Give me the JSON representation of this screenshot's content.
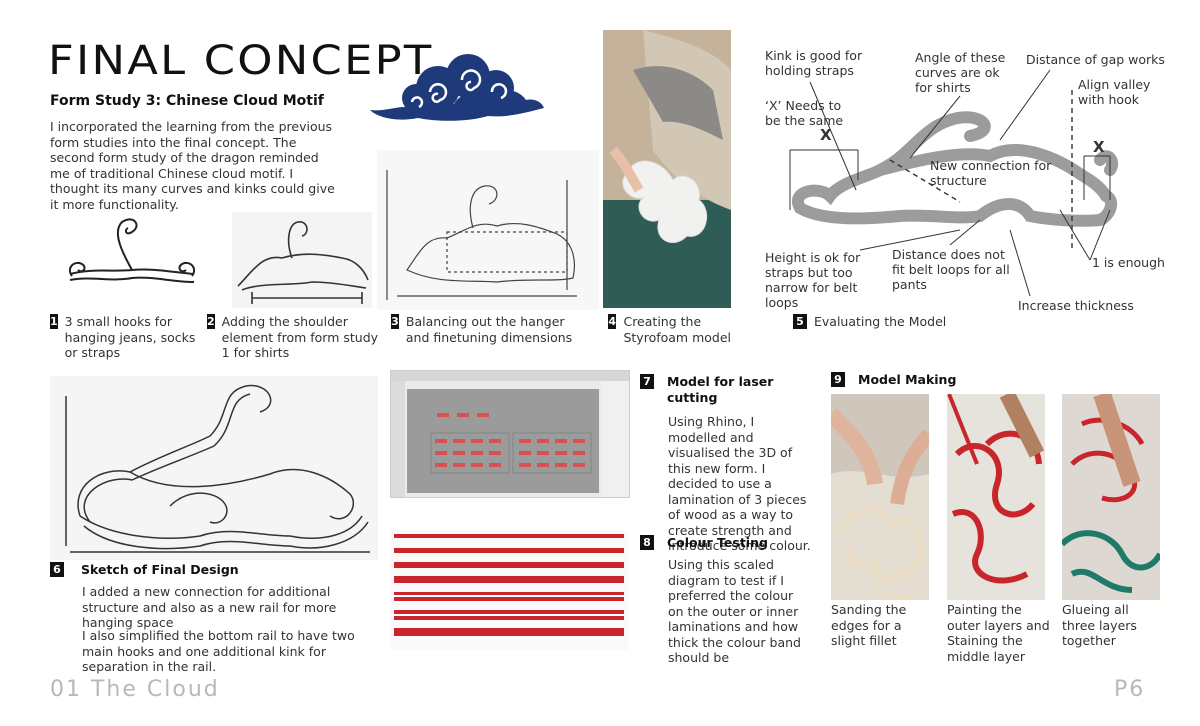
{
  "page": {
    "title": "FINAL CONCEPT",
    "footer_left": "01 The Cloud",
    "footer_right": "P6"
  },
  "intro": {
    "heading": "Form Study 3:  Chinese Cloud Motif",
    "body": "I incorporated the learning from the previous form studies into the final concept. The second form study of the dragon reminded me of traditional Chinese cloud motif. I thought its many curves and kinks could give it more functionality."
  },
  "steps": [
    {
      "n": "1",
      "text": "3 small hooks for hanging jeans, socks or straps"
    },
    {
      "n": "2",
      "text": "Adding the shoulder element from form study 1 for shirts"
    },
    {
      "n": "3",
      "text": "Balancing out the hanger and finetuning dimensions"
    },
    {
      "n": "4",
      "text": "Creating the Styrofoam model"
    },
    {
      "n": "5",
      "text": "Evaluating the Model"
    },
    {
      "n": "6",
      "text": "Sketch of Final Design"
    },
    {
      "n": "7",
      "text": "Model for laser cutting"
    },
    {
      "n": "8",
      "text": "Colour Testing"
    },
    {
      "n": "9",
      "text": "Model Making"
    }
  ],
  "evaluation_notes": {
    "kink": "Kink is good for holding straps",
    "angle": "Angle of these curves are ok for shirts",
    "gap": "Distance of gap works",
    "align": "Align valley with hook",
    "x_same": "‘X’ Needs to be the same",
    "x_mark": "X",
    "new_connection": "New connection for structure",
    "height": "Height is ok for straps but too narrow for belt loops",
    "distance": "Distance does not fit belt loops for all pants",
    "one_enough": "1 is enough",
    "thickness": "Increase thickness"
  },
  "sketch_text": {
    "p1": "I added a new connection for additional structure and also as a new rail for more hanging space",
    "p2": "I also simplified the bottom rail to have two main hooks and one additional kink for separation in the rail."
  },
  "laser_text": "Using Rhino, I modelled and visualised the 3D of this new form. I decided to use a lamination of 3 pieces of wood as a way to create strength and introduce some colour.",
  "colour_text": "Using this scaled diagram to test if I preferred the colour on the outer or inner laminations and how thick the colour band should be",
  "making_captions": [
    "Sanding the edges for a slight fillet",
    "Painting the outer layers and Staining the middle layer",
    "Glueing all three layers together"
  ],
  "colors": {
    "cloud_blue": "#1f3a7a",
    "paint_red": "#c8262b",
    "paint_green": "#1f7a6a",
    "styro": "#d9d9d9"
  }
}
